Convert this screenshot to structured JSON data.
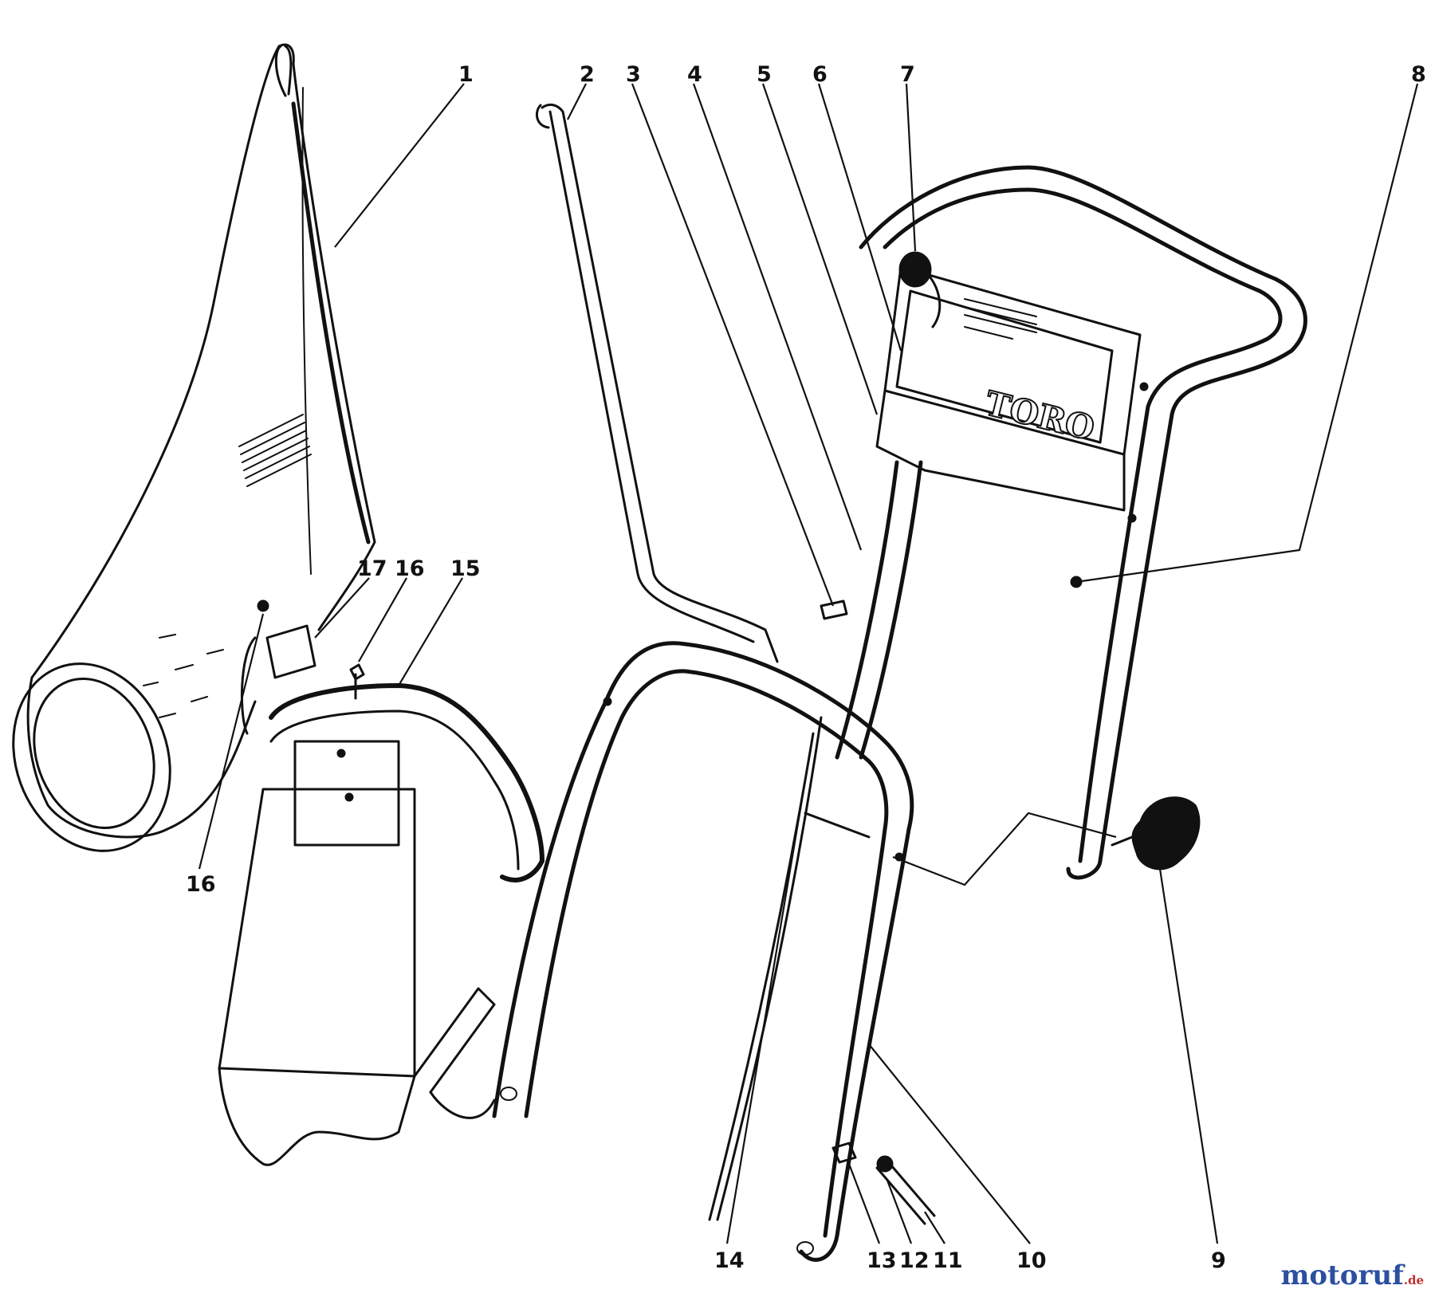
{
  "parts": [
    {
      "id": "1",
      "label": "1"
    },
    {
      "id": "2",
      "label": "2"
    },
    {
      "id": "3",
      "label": "3"
    },
    {
      "id": "4",
      "label": "4"
    },
    {
      "id": "5",
      "label": "5"
    },
    {
      "id": "6",
      "label": "6"
    },
    {
      "id": "7",
      "label": "7"
    },
    {
      "id": "8",
      "label": "8"
    },
    {
      "id": "9",
      "label": "9"
    },
    {
      "id": "10",
      "label": "10"
    },
    {
      "id": "11",
      "label": "11"
    },
    {
      "id": "12",
      "label": "12"
    },
    {
      "id": "13",
      "label": "13"
    },
    {
      "id": "14",
      "label": "14"
    },
    {
      "id": "15",
      "label": "15"
    },
    {
      "id": "16a",
      "label": "16"
    },
    {
      "id": "16b",
      "label": "16"
    },
    {
      "id": "17",
      "label": "17"
    }
  ],
  "panel_brand": "TORO",
  "watermark": {
    "name": "motoruf",
    "tld": ".de",
    "color": "#2c4fa0",
    "tld_color": "#c0302a"
  }
}
